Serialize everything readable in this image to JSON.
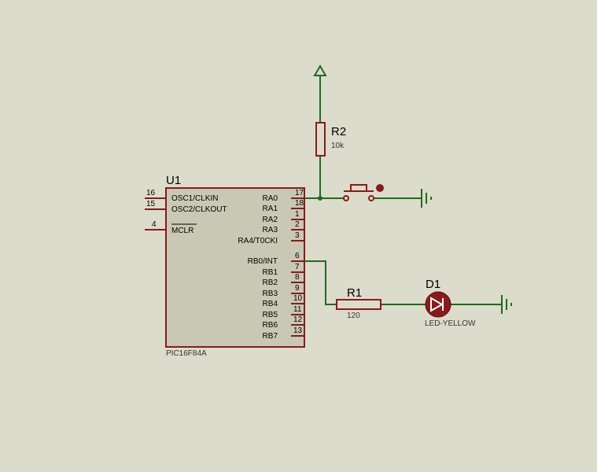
{
  "ic": {
    "ref": "U1",
    "part": "PIC16F84A",
    "left_pins": [
      {
        "num": "16",
        "name": "OSC1/CLKIN"
      },
      {
        "num": "15",
        "name": "OSC2/CLKOUT"
      },
      {
        "num": "4",
        "name": "MCLR"
      }
    ],
    "right_pins": [
      {
        "num": "17",
        "name": "RA0"
      },
      {
        "num": "18",
        "name": "RA1"
      },
      {
        "num": "1",
        "name": "RA2"
      },
      {
        "num": "2",
        "name": "RA3"
      },
      {
        "num": "3",
        "name": "RA4/T0CKI"
      },
      {
        "num": "6",
        "name": "RB0/INT"
      },
      {
        "num": "7",
        "name": "RB1"
      },
      {
        "num": "8",
        "name": "RB2"
      },
      {
        "num": "9",
        "name": "RB3"
      },
      {
        "num": "10",
        "name": "RB4"
      },
      {
        "num": "11",
        "name": "RB5"
      },
      {
        "num": "12",
        "name": "RB6"
      },
      {
        "num": "13",
        "name": "RB7"
      }
    ]
  },
  "r2": {
    "ref": "R2",
    "value": "10k"
  },
  "r1": {
    "ref": "R1",
    "value": "120"
  },
  "d1": {
    "ref": "D1",
    "value": "LED-YELLOW"
  },
  "colors": {
    "background": "#dcdccc",
    "wire": "#1f6b1f",
    "component": "#8b1a1a",
    "body": "#c8c8b4"
  }
}
